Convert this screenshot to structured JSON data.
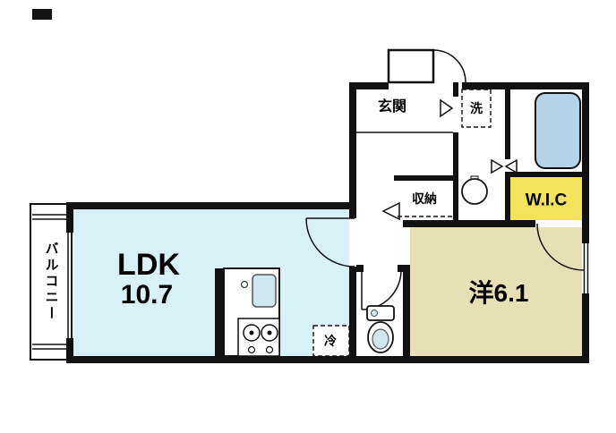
{
  "floorplan": {
    "type": "apartment-floorplan",
    "rooms": {
      "balcony": {
        "label": "バルコニー"
      },
      "ldk": {
        "label": "LDK",
        "size": "10.7"
      },
      "western_room": {
        "label": "洋6.1"
      },
      "wic": {
        "label": "W.I.C"
      },
      "entrance": {
        "label": "玄関"
      },
      "laundry": {
        "label": "洗"
      },
      "storage": {
        "label": "収納"
      },
      "refrigerator": {
        "label": "冷"
      }
    },
    "colors": {
      "wall": "#111111",
      "background": "#ffffff",
      "ldk_fill": "#d8f1f6",
      "western_fill": "#e7dfb6",
      "wic_fill": "#f3e35c",
      "bathtub_fill": "#b5d4ea",
      "sink_fill": "#cfe8f0"
    }
  }
}
